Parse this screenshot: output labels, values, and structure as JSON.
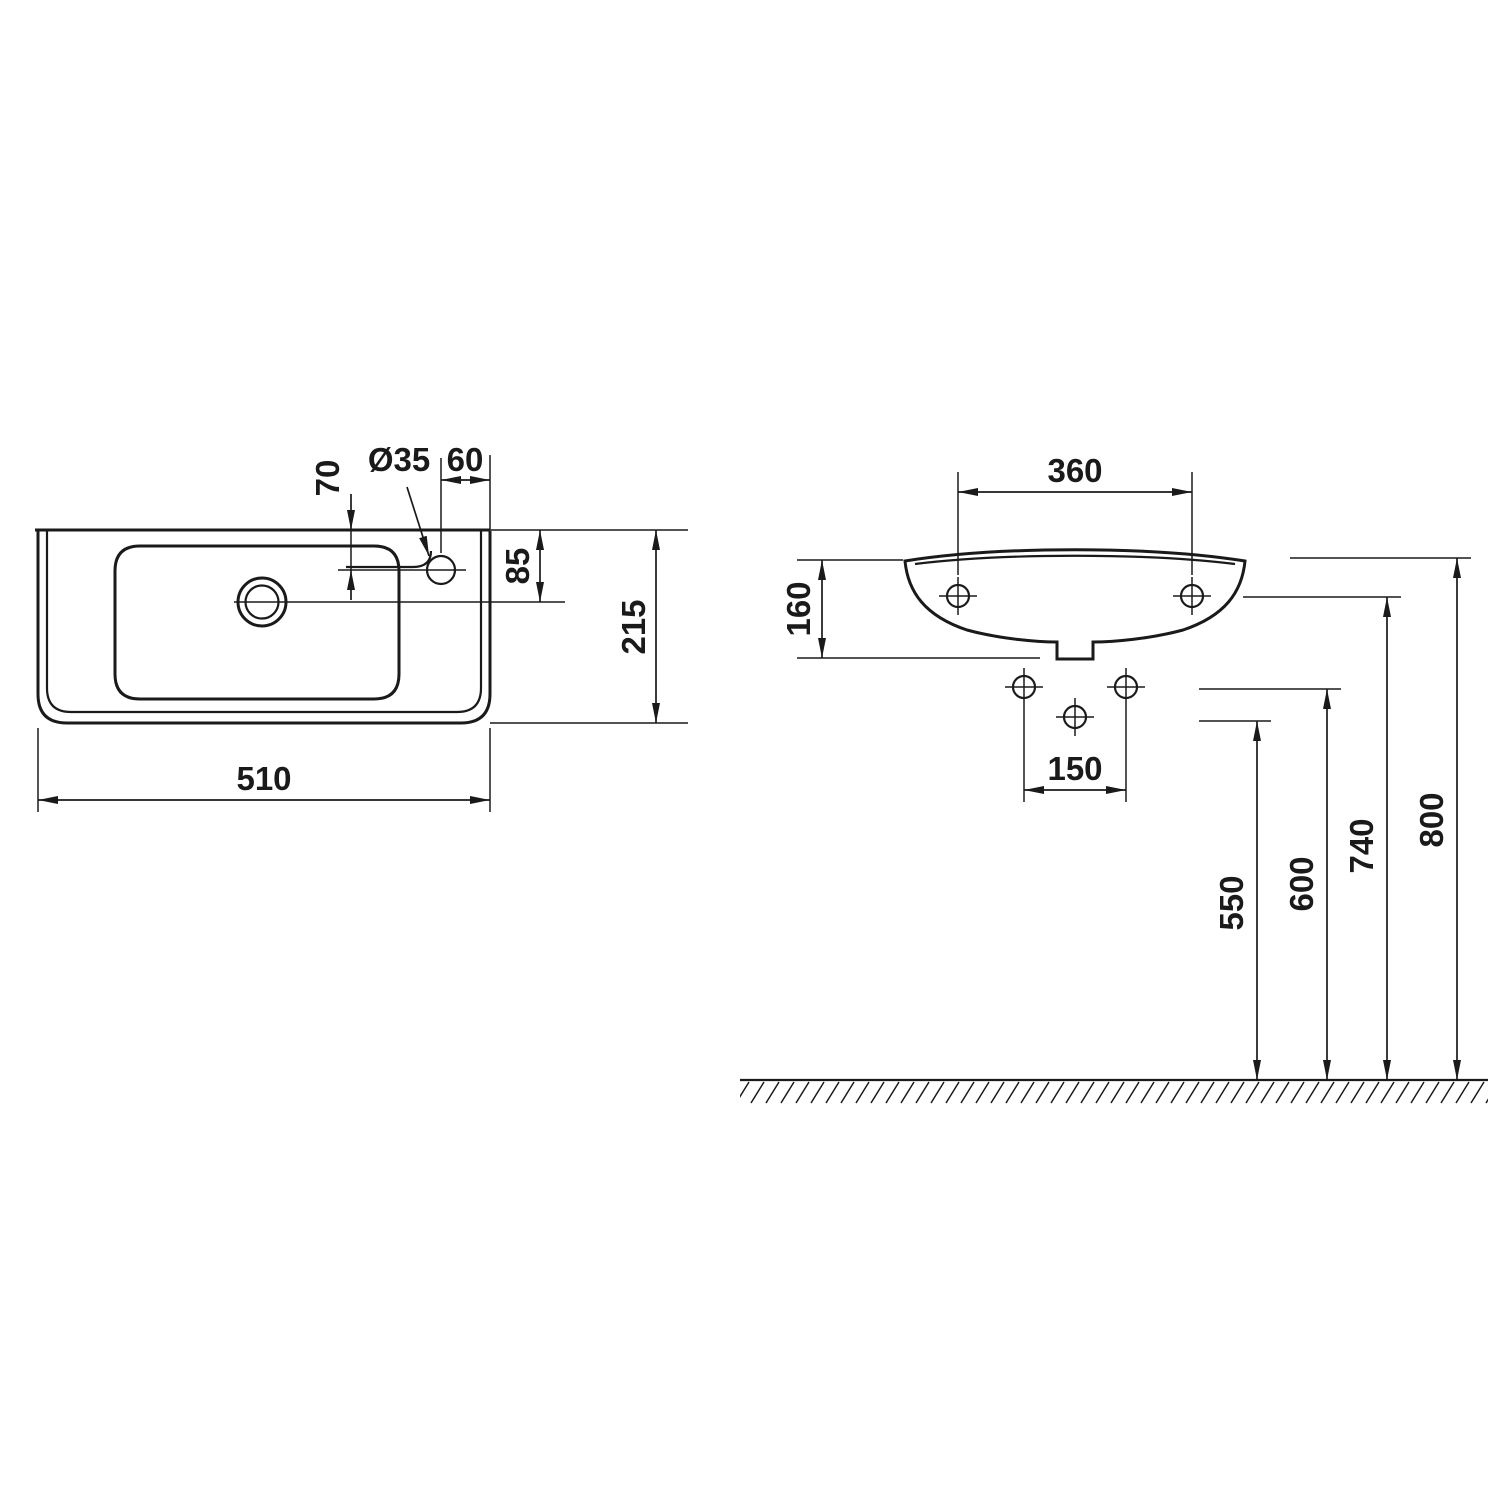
{
  "drawing": {
    "background_color": "#ffffff",
    "line_color": "#1a1a1a",
    "plan_view": {
      "dims": {
        "overall_width": "510",
        "overall_depth": "215",
        "edge_to_drain_centerline": "85",
        "edge_to_tap_centerline": "70",
        "tap_hole_diameter": "Ø35",
        "tap_center_to_side_edge": "60"
      }
    },
    "front_view": {
      "dims": {
        "fixing_hole_centres": "360",
        "body_height": "160",
        "lower_hole_centres": "150",
        "floor_to_lower_ref": "550",
        "floor_to_lower_holes": "600",
        "floor_to_fixing_holes": "740",
        "floor_to_rim": "800"
      }
    }
  }
}
